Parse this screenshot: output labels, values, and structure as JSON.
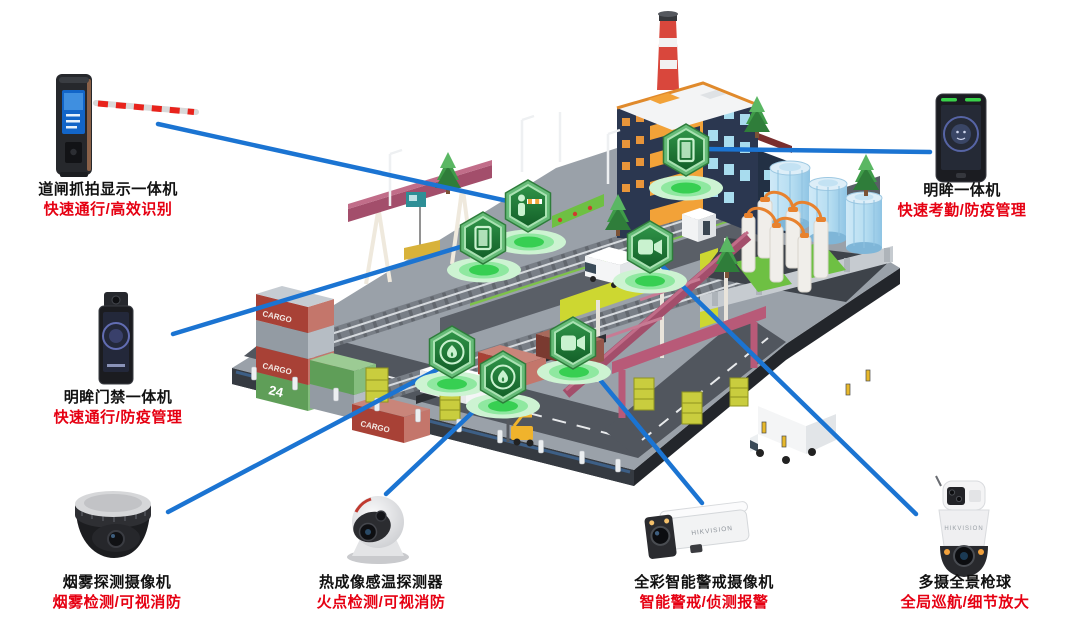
{
  "diagram_type": "security-solution-overview",
  "colors": {
    "line_blue": "#1b74d2",
    "marker_green_dark": "#17622b",
    "marker_green_light": "#a9e2b2",
    "glow_green": "#cdf3d2",
    "glow_core": "#37cf52",
    "label_black": "#111111",
    "label_red": "#e60012",
    "barrier_red": "#e8231c"
  },
  "scene": {
    "container_label": "CARGO",
    "container_number": "24",
    "brand": "HIKVISION"
  },
  "devices": [
    {
      "id": "gate-capture-camera",
      "name": "道闸抓拍显示一体机",
      "feature": "快速通行/高效识别"
    },
    {
      "id": "mingmou-allinone",
      "name": "明眸一体机",
      "feature": "快速考勤/防疫管理"
    },
    {
      "id": "mingmou-access-control",
      "name": "明眸门禁一体机",
      "feature": "快速通行/防疫管理"
    },
    {
      "id": "smoke-detect-camera",
      "name": "烟雾探测摄像机",
      "feature": "烟雾检测/可视消防"
    },
    {
      "id": "thermal-temp-detector",
      "name": "热成像感温探测器",
      "feature": "火点检测/可视消防"
    },
    {
      "id": "full-color-alert-camera",
      "name": "全彩智能警戒摄像机",
      "feature": "智能警戒/侦测报警"
    },
    {
      "id": "multi-lens-panoramic-ptz",
      "name": "多摄全景枪球",
      "feature": "全局巡航/细节放大"
    }
  ],
  "markers": [
    {
      "id": "marker-factory-door",
      "type": "access-door",
      "linked_device": "mingmou-allinone"
    },
    {
      "id": "marker-barrier-gate",
      "type": "barrier-gate",
      "linked_device": "gate-capture-camera"
    },
    {
      "id": "marker-entrance-door",
      "type": "access-door",
      "linked_device": "mingmou-access-control"
    },
    {
      "id": "marker-video-east",
      "type": "video",
      "linked_device": "multi-lens-panoramic-ptz"
    },
    {
      "id": "marker-video-south",
      "type": "video",
      "linked_device": "full-color-alert-camera"
    },
    {
      "id": "marker-fire-west",
      "type": "fire",
      "linked_device": "smoke-detect-camera"
    },
    {
      "id": "marker-fire-center",
      "type": "fire",
      "linked_device": "thermal-temp-detector"
    }
  ]
}
